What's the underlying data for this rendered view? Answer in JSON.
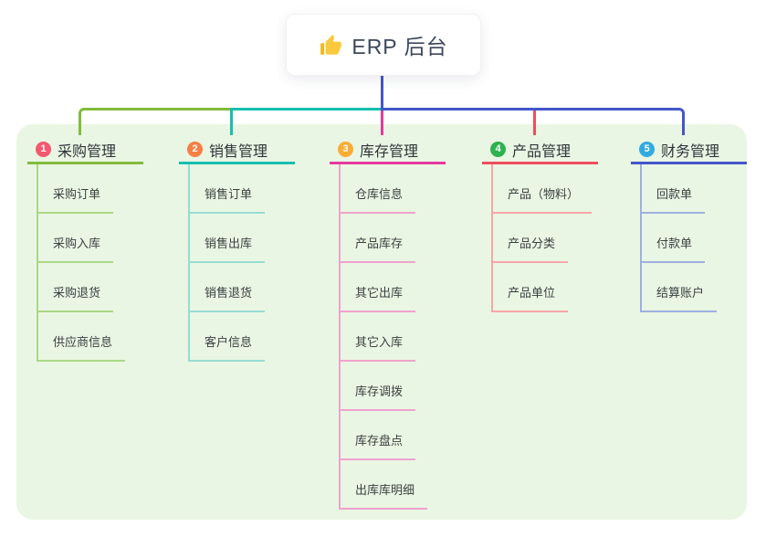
{
  "root": {
    "title": "ERP 后台",
    "icon": "thumbs-up-icon",
    "stem_color": "#4456cb"
  },
  "panel_color": "#e9f6e3",
  "branches": [
    {
      "index": "1",
      "label": "采购管理",
      "badge_color": "#f2596f",
      "main_color": "#82bb3a",
      "light_color": "#abd887",
      "children": [
        "采购订单",
        "采购入库",
        "采购退货",
        "供应商信息"
      ]
    },
    {
      "index": "2",
      "label": "销售管理",
      "badge_color": "#f67f43",
      "main_color": "#16bfae",
      "light_color": "#96dcd3",
      "children": [
        "销售订单",
        "销售出库",
        "销售退货",
        "客户信息"
      ]
    },
    {
      "index": "3",
      "label": "库存管理",
      "badge_color": "#fbac33",
      "main_color": "#e5399e",
      "light_color": "#f0a2cf",
      "children": [
        "仓库信息",
        "产品库存",
        "其它出库",
        "其它入库",
        "库存调拨",
        "库存盘点",
        "出库库明细"
      ]
    },
    {
      "index": "4",
      "label": "产品管理",
      "badge_color": "#2eb150",
      "main_color": "#ee4e5e",
      "light_color": "#f6a6ab",
      "children": [
        "产品（物料）",
        "产品分类",
        "产品单位"
      ]
    },
    {
      "index": "5",
      "label": "财务管理",
      "badge_color": "#31abe0",
      "main_color": "#4456cb",
      "light_color": "#9fb0e0",
      "children": [
        "回款单",
        "付款单",
        "结算账户"
      ]
    }
  ]
}
